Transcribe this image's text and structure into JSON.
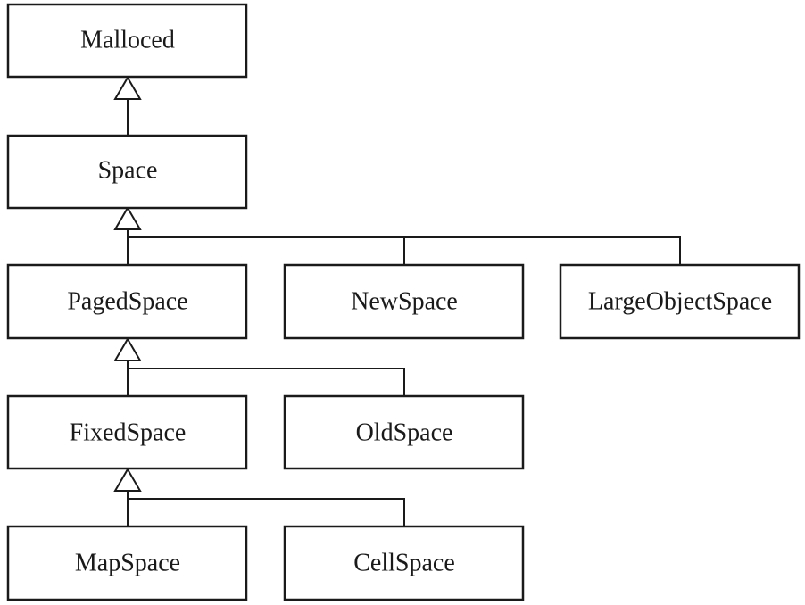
{
  "classes": {
    "malloced": "Malloced",
    "space": "Space",
    "paged_space": "PagedSpace",
    "new_space": "NewSpace",
    "large_object_space": "LargeObjectSpace",
    "fixed_space": "FixedSpace",
    "old_space": "OldSpace",
    "map_space": "MapSpace",
    "cell_space": "CellSpace"
  },
  "relationships": [
    {
      "child": "Space",
      "parent": "Malloced",
      "type": "inheritance"
    },
    {
      "child": "PagedSpace",
      "parent": "Space",
      "type": "inheritance"
    },
    {
      "child": "NewSpace",
      "parent": "Space",
      "type": "inheritance"
    },
    {
      "child": "LargeObjectSpace",
      "parent": "Space",
      "type": "inheritance"
    },
    {
      "child": "FixedSpace",
      "parent": "PagedSpace",
      "type": "inheritance"
    },
    {
      "child": "OldSpace",
      "parent": "PagedSpace",
      "type": "inheritance"
    },
    {
      "child": "MapSpace",
      "parent": "FixedSpace",
      "type": "inheritance"
    },
    {
      "child": "CellSpace",
      "parent": "FixedSpace",
      "type": "inheritance"
    }
  ],
  "colors": {
    "stroke": "#1a1a1a",
    "background": "#ffffff"
  }
}
